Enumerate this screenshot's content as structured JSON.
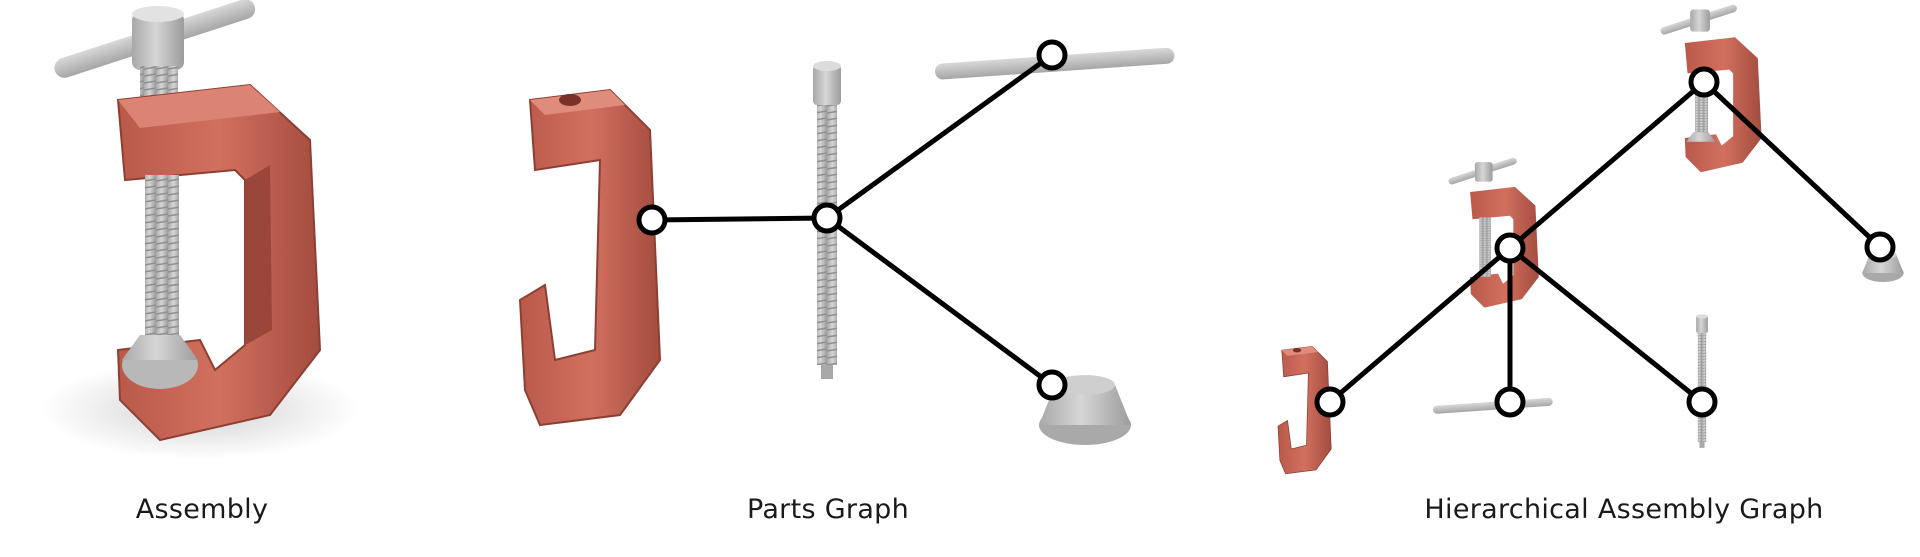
{
  "colors": {
    "frame_red": "#cd6a5a",
    "frame_red_dark": "#9e4a3d",
    "metal_grey": "#c9c9c9",
    "metal_grey_dark": "#9a9a9a",
    "graph_line": "#000000",
    "node_fill": "#ffffff"
  },
  "panels": [
    {
      "caption": "Assembly",
      "content": "c-clamp-render"
    },
    {
      "caption": "Parts Graph",
      "parts": [
        "c-frame",
        "threaded-screw",
        "t-handle",
        "swivel-pad"
      ],
      "edges": [
        [
          "threaded-screw",
          "c-frame"
        ],
        [
          "threaded-screw",
          "t-handle"
        ],
        [
          "threaded-screw",
          "swivel-pad"
        ]
      ]
    },
    {
      "caption": "Hierarchical Assembly Graph",
      "nodes": [
        "full-assembly",
        "sub-assembly",
        "swivel-pad",
        "c-frame",
        "t-handle",
        "threaded-screw"
      ],
      "edges": [
        [
          "full-assembly",
          "sub-assembly"
        ],
        [
          "full-assembly",
          "swivel-pad"
        ],
        [
          "sub-assembly",
          "c-frame"
        ],
        [
          "sub-assembly",
          "t-handle"
        ],
        [
          "sub-assembly",
          "threaded-screw"
        ]
      ]
    }
  ]
}
